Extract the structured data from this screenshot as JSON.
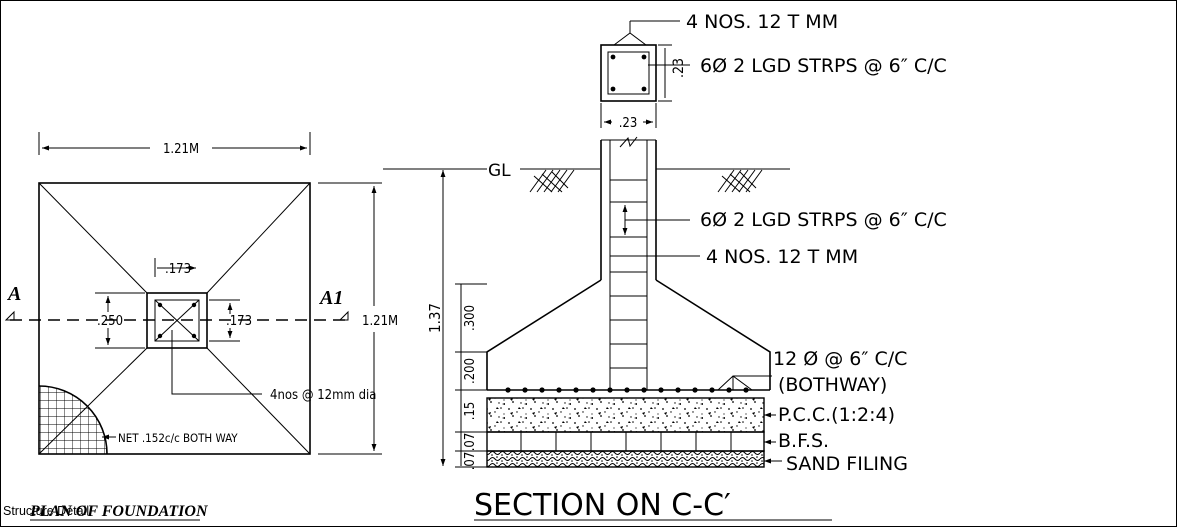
{
  "caption": "Structure Detail",
  "plan": {
    "title": "PLAN OF FOUNDATION",
    "width_dim": "1.21M",
    "height_dim": "1.21M",
    "col_dim_top": ".173",
    "col_dim_left": ".250",
    "col_dim_right": ".173",
    "section_left": "A",
    "section_right": "A1",
    "rebar_note": "4nos @ 12mm dia",
    "net_note": "NET .152c/c BOTH WAY"
  },
  "column": {
    "main_bars": "4 NOS. 12 T MM",
    "stirrups": "6Ø 2 LGD STRPS @ 6″ C/C",
    "side_dim": ".23",
    "width_dim": ".23"
  },
  "section": {
    "title": "SECTION ON C-C′",
    "ground": "GL",
    "stirrups": "6Ø 2 LGD STRPS @ 6″ C/C",
    "main_bars": "4 NOS. 12 T MM",
    "depth_total": "1.37",
    "depths": [
      ".300",
      ".200",
      ".15",
      ".07",
      ".07"
    ],
    "base_bars": "12 Ø @ 6″ C/C",
    "base_bars_note": "(BOTHWAY)",
    "pcc": "P.C.C.(1:2:4)",
    "bfs": "B.F.S.",
    "sand": "SAND FILING"
  }
}
